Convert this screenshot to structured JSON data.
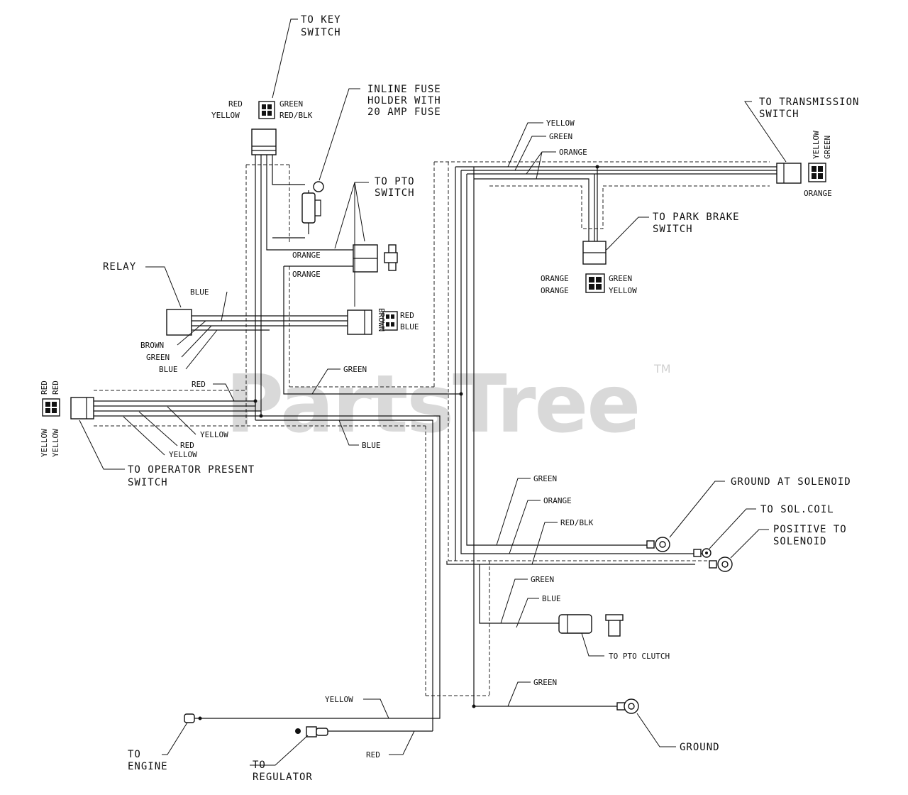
{
  "watermark": {
    "brand": "PartsTree",
    "tm": "TM"
  },
  "callouts": {
    "key_switch": [
      "TO KEY",
      "SWITCH"
    ],
    "fuse_holder": [
      "INLINE FUSE",
      "HOLDER WITH",
      "20 AMP FUSE"
    ],
    "pto_switch": [
      "TO PTO",
      "SWITCH"
    ],
    "transmission_switch": [
      "TO TRANSMISSION",
      "SWITCH"
    ],
    "park_brake_switch": [
      "TO PARK BRAKE",
      "SWITCH"
    ],
    "relay": "RELAY",
    "operator_present_switch": [
      "TO OPERATOR PRESENT",
      "SWITCH"
    ],
    "ground_at_solenoid": "GROUND AT SOLENOID",
    "sol_coil": "TO SOL.COIL",
    "positive_solenoid": [
      "POSITIVE TO",
      "SOLENOID"
    ],
    "pto_clutch": "TO PTO CLUTCH",
    "engine": [
      "TO",
      "ENGINE"
    ],
    "regulator": [
      "TO",
      "REGULATOR"
    ],
    "ground": "GROUND"
  },
  "pins": {
    "key_red": "RED",
    "key_green": "GREEN",
    "key_yellow": "YELLOW",
    "key_redblk": "RED/BLK",
    "pto_red": "RED",
    "pto_blue": "BLUE",
    "pto_brown": "BROWN",
    "trans_yellow": "YELLOW",
    "trans_green": "GREEN",
    "trans_orange": "ORANGE",
    "park_orange1": "ORANGE",
    "park_orange2": "ORANGE",
    "park_green": "GREEN",
    "park_yellow": "YELLOW",
    "op_red1": "RED",
    "op_red2": "RED",
    "op_yellow1": "YELLOW",
    "op_yellow2": "YELLOW"
  },
  "wires": {
    "orange_upper": "ORANGE",
    "orange_lower": "ORANGE",
    "blue_relay": "BLUE",
    "brown": "BROWN",
    "green_relay": "GREEN",
    "blue_relay_lower": "BLUE",
    "red_op": "RED",
    "yellow_op": "YELLOW",
    "red_op2": "RED",
    "yellow_op2": "YELLOW",
    "green_main": "GREEN",
    "blue_main": "BLUE",
    "yellow_top": "YELLOW",
    "green_top": "GREEN",
    "orange_top": "ORANGE",
    "green_sol": "GREEN",
    "orange_sol": "ORANGE",
    "redblk_sol": "RED/BLK",
    "green_clutch": "GREEN",
    "blue_clutch": "BLUE",
    "green_ground": "GREEN",
    "yellow_engine": "YELLOW",
    "red_regulator": "RED"
  }
}
